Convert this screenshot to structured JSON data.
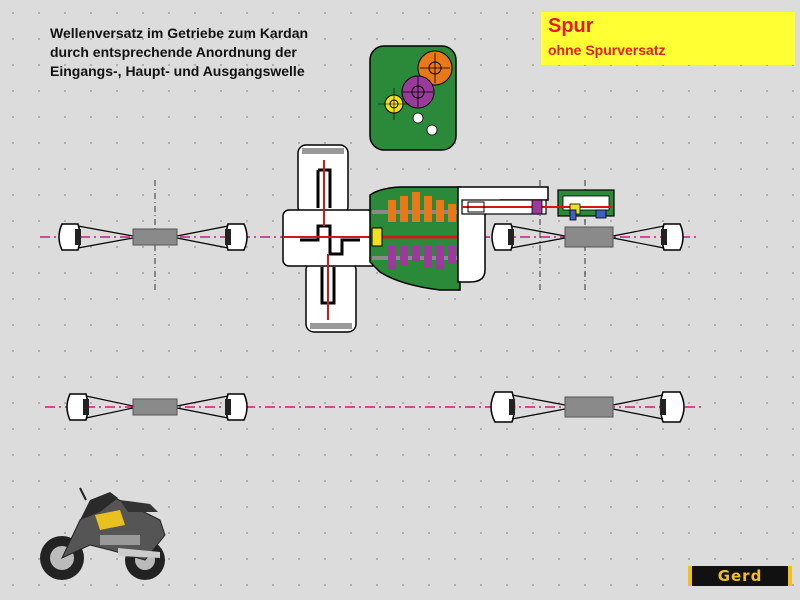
{
  "description": {
    "lines": [
      "Wellenversatz im Getriebe zum Kardan",
      "durch entsprechende Anordnung der",
      "Eingangs-, Haupt- und Ausgangswelle"
    ]
  },
  "title": {
    "main": "Spur",
    "sub": "ohne Spurversatz"
  },
  "logo": {
    "text": "Gerd"
  },
  "colors": {
    "background": "#dcdcdc",
    "title_box": "#ffff33",
    "title_text": "#e02020",
    "shaft_red": "#d01818",
    "centerline": "#d0187a",
    "gearbox_green": "#2a8a3a",
    "gear_orange": "#e87818",
    "gear_purple": "#9a3a9a",
    "gear_yellow": "#f0e020",
    "shaft_gray": "#8a8a8a",
    "logo_bg": "#111111",
    "logo_accent": "#f0c020"
  },
  "icons": {
    "motorcycle": "motorcycle-photo",
    "logo": "gerd-logo"
  }
}
